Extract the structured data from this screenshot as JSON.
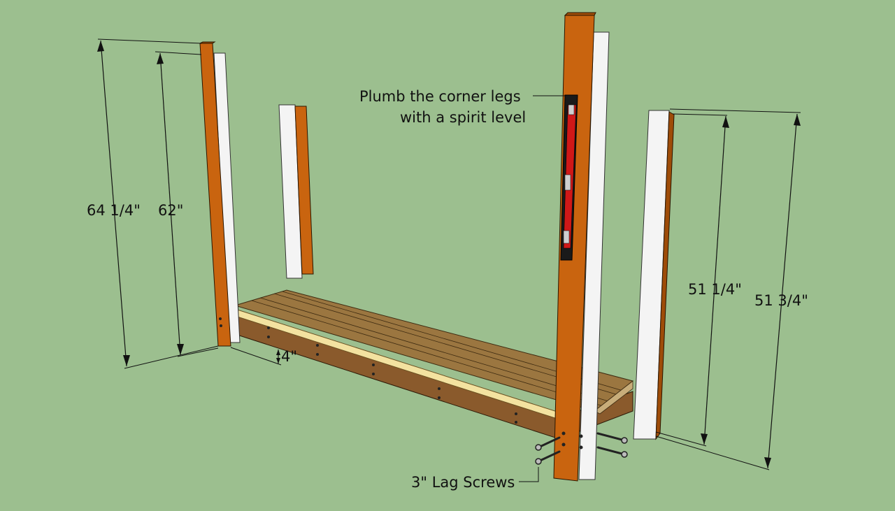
{
  "labels": {
    "left_outer": "64 1/4\"",
    "left_inner": "62\"",
    "apron": "4\"",
    "right_inner": "51 1/4\"",
    "right_outer": "51 3/4\"",
    "plumb_line1": "Plumb the corner legs",
    "plumb_line2": "with a spirit level",
    "lag": "3\" Lag Screws"
  },
  "colors": {
    "background": "#9cbf8f",
    "leg_orange": "#c9640f",
    "leg_white": "#f4f4f4",
    "frame_brown": "#8a5a2c",
    "slats": "#9b7640",
    "level_red": "#d01818"
  }
}
